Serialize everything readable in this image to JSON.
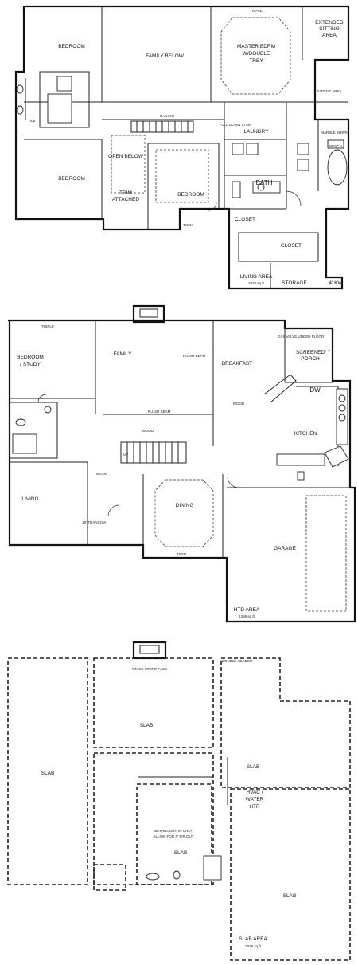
{
  "floor_upper": {
    "rooms": {
      "bedroom_a": "BEDROOM",
      "family_below": "FAMILY BELOW",
      "master_1": "MASTER BDRM",
      "master_2": "W/DOUBLE",
      "master_3": "TREY",
      "extended_1": "EXTENDED",
      "extended_2": "SITTING",
      "extended_3": "AREA",
      "sitting_area": "SITTING AREA",
      "bedroom_b": "BEDROOM",
      "open_below": "OPEN BELOW",
      "trim_attached_1": "TRIM",
      "trim_attached_2": "ATTACHED",
      "bedroom_c": "BEDROOM",
      "laundry": "LAUNDRY",
      "bath": "BATH",
      "closet_small": "CLOSET",
      "closet_large": "CLOSET",
      "living_area_1": "LIVING AREA",
      "living_area_2": "2036 sq ft",
      "storage": "STORAGE",
      "kw": "4' KW"
    },
    "notes": {
      "triple": "TRIPLE",
      "railing": "RAILING",
      "tile": "TILE",
      "twin": "TWIN",
      "marble_shower": "MARBLE SHWR",
      "full_down_stair": "FULL DOWN STAIR",
      "bench": "BENCH"
    }
  },
  "floor_main": {
    "rooms": {
      "bedroom_study_1": "BEDROOM",
      "bedroom_study_2": "/ STUDY",
      "family": "FAMILY",
      "breakfast": "BREAKFAST",
      "screened_1": "SCREENED",
      "screened_2": "PORCH",
      "kitchen": "KITCHEN",
      "living": "LIVING",
      "dining": "DINING",
      "garage": "GARAGE",
      "htd_area_1": "HTD AREA",
      "htd_area_2": "1386 sq ft"
    },
    "notes": {
      "triple": "TRIPLE",
      "flush_beam_1": "FLUSH BEAM",
      "flush_beam_2": "FLUSH BEAM",
      "wood_1": "WOOD",
      "wood_2": "WOOD",
      "wood_3": "WOOD",
      "dw": "DW",
      "up": "UP",
      "ten_transom": "10' TRANSOM",
      "twin": "TWIN",
      "gas_valve": "GAS VALVE UNDER FLOOR"
    }
  },
  "floor_foundation": {
    "labels": {
      "slab_main": "SLAB",
      "slab_left": "SLAB",
      "slab_center": "SLAB",
      "hvac_1": "HVAC /",
      "hvac_2": "WATER",
      "hvac_3": "HTR",
      "slab_bath": "SLAB",
      "slab_garage": "SLAB",
      "slab_area_1": "SLAB AREA",
      "slab_area_2": "2026 sq ft"
    },
    "notes": {
      "bathrough_1": "BATHROUGH IN ONLY",
      "bathrough_2": "ALLOW FOR 4\" FIR OUT",
      "double_header": "DOUBLE HEADER",
      "stack_stone": "STACK STONE FACE"
    }
  }
}
